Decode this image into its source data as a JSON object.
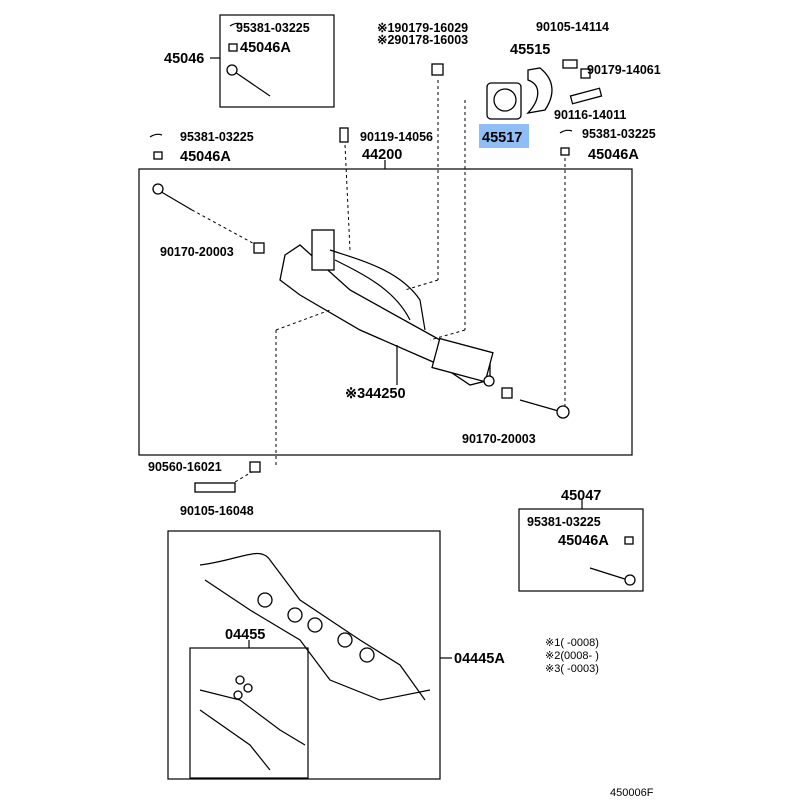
{
  "diagram": {
    "groups": {
      "tie_rod_end_left_kit": {
        "number": "45046",
        "items": [
          "95381-03225",
          "45046A"
        ]
      },
      "tie_rod_end_right_kit": {
        "number": "45047",
        "items": [
          "95381-03225",
          "45046A"
        ]
      },
      "gear_assembly": "44200",
      "gasket_kit": "04445A",
      "gasket_kit_sub": "04455"
    },
    "labels": {
      "p90179_16029": "※190179-16029",
      "p90178_16003": "※290178-16003",
      "p90105_14114": "90105-14114",
      "p45515": "45515",
      "p90179_14061": "90179-14061",
      "p90116_14011": "90116-14011",
      "p45517": "45517",
      "p95381_right": "95381-03225",
      "p45046A_right": "45046A",
      "p95381_left": "95381-03225",
      "p45046A_left": "45046A",
      "p90119_14056": "90119-14056",
      "p44200": "44200",
      "p90170_left": "90170-20003",
      "p44250": "※344250",
      "p90170_right": "90170-20003",
      "p90560_16021": "90560-16021",
      "p90105_16048": "90105-16048",
      "p45047": "45047",
      "p95381_box": "95381-03225",
      "p45046A_box": "45046A",
      "p04455": "04455",
      "p04445A": "04445A"
    },
    "notes": [
      "※1(      -0008)",
      "※2(0008-      )",
      "※3(      -0003)"
    ],
    "figure_code": "450006F",
    "highlight_color": "#8fbdf5"
  }
}
